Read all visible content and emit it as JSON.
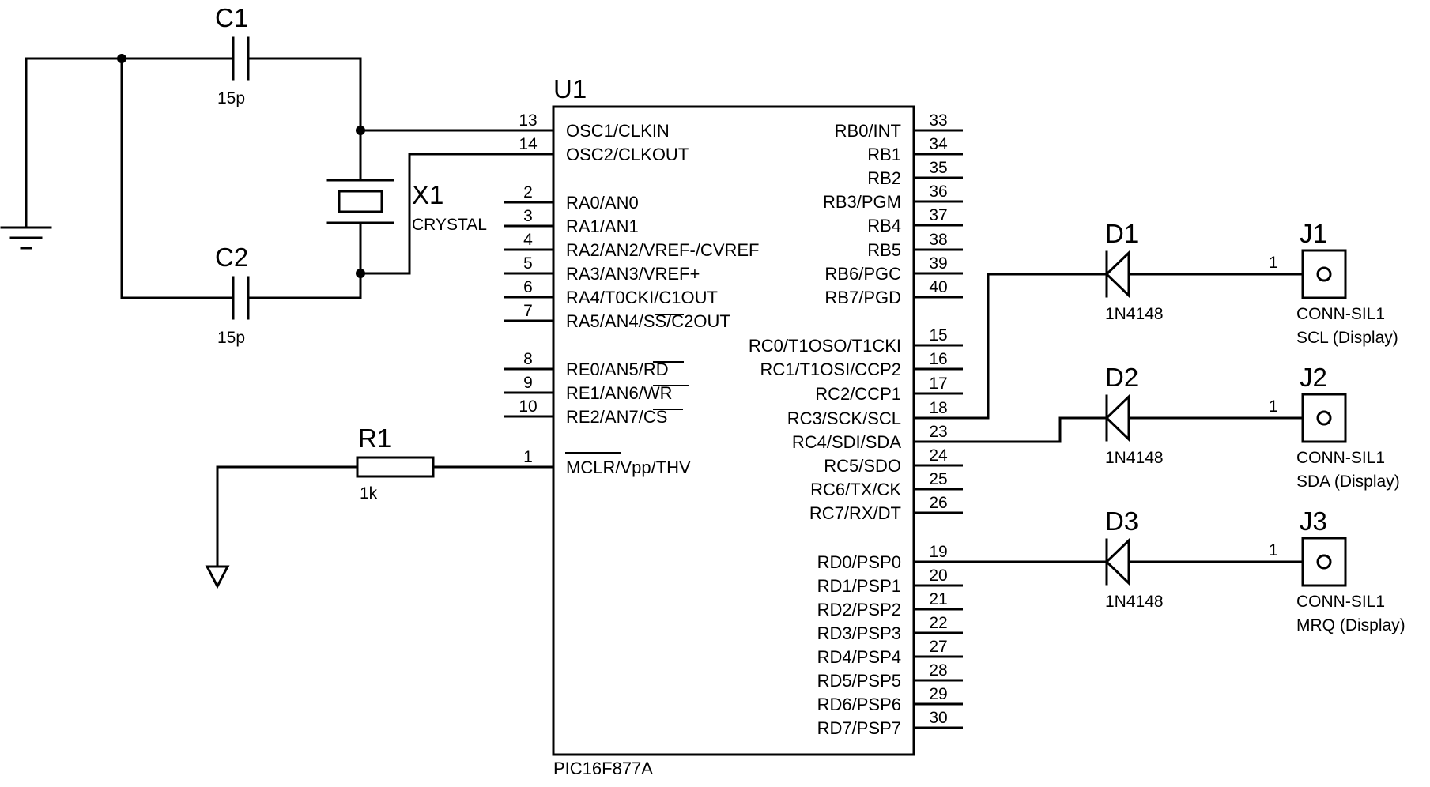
{
  "u1": {
    "ref": "U1",
    "part": "PIC16F877A",
    "left_pins": [
      {
        "num": "13",
        "name": "OSC1/CLKIN"
      },
      {
        "num": "14",
        "name": "OSC2/CLKOUT"
      },
      {
        "num": "2",
        "name": "RA0/AN0"
      },
      {
        "num": "3",
        "name": "RA1/AN1"
      },
      {
        "num": "4",
        "name": "RA2/AN2/VREF-/CVREF"
      },
      {
        "num": "5",
        "name": "RA3/AN3/VREF+"
      },
      {
        "num": "6",
        "name": "RA4/T0CKI/C1OUT"
      },
      {
        "num": "7",
        "name": "RA5/AN4/SS/C2OUT"
      },
      {
        "num": "8",
        "name": "RE0/AN5/RD"
      },
      {
        "num": "9",
        "name": "RE1/AN6/WR"
      },
      {
        "num": "10",
        "name": "RE2/AN7/CS"
      },
      {
        "num": "1",
        "name": "MCLR/Vpp/THV"
      }
    ],
    "right_pins": [
      {
        "num": "33",
        "name": "RB0/INT"
      },
      {
        "num": "34",
        "name": "RB1"
      },
      {
        "num": "35",
        "name": "RB2"
      },
      {
        "num": "36",
        "name": "RB3/PGM"
      },
      {
        "num": "37",
        "name": "RB4"
      },
      {
        "num": "38",
        "name": "RB5"
      },
      {
        "num": "39",
        "name": "RB6/PGC"
      },
      {
        "num": "40",
        "name": "RB7/PGD"
      },
      {
        "num": "15",
        "name": "RC0/T1OSO/T1CKI"
      },
      {
        "num": "16",
        "name": "RC1/T1OSI/CCP2"
      },
      {
        "num": "17",
        "name": "RC2/CCP1"
      },
      {
        "num": "18",
        "name": "RC3/SCK/SCL"
      },
      {
        "num": "23",
        "name": "RC4/SDI/SDA"
      },
      {
        "num": "24",
        "name": "RC5/SDO"
      },
      {
        "num": "25",
        "name": "RC6/TX/CK"
      },
      {
        "num": "26",
        "name": "RC7/RX/DT"
      },
      {
        "num": "19",
        "name": "RD0/PSP0"
      },
      {
        "num": "20",
        "name": "RD1/PSP1"
      },
      {
        "num": "21",
        "name": "RD2/PSP2"
      },
      {
        "num": "22",
        "name": "RD3/PSP3"
      },
      {
        "num": "27",
        "name": "RD4/PSP4"
      },
      {
        "num": "28",
        "name": "RD5/PSP5"
      },
      {
        "num": "29",
        "name": "RD6/PSP6"
      },
      {
        "num": "30",
        "name": "RD7/PSP7"
      }
    ]
  },
  "c1": {
    "ref": "C1",
    "value": "15p"
  },
  "c2": {
    "ref": "C2",
    "value": "15p"
  },
  "x1": {
    "ref": "X1",
    "value": "CRYSTAL"
  },
  "r1": {
    "ref": "R1",
    "value": "1k"
  },
  "diodes": [
    {
      "ref": "D1",
      "value": "1N4148"
    },
    {
      "ref": "D2",
      "value": "1N4148"
    },
    {
      "ref": "D3",
      "value": "1N4148"
    }
  ],
  "connectors": [
    {
      "ref": "J1",
      "value": "CONN-SIL1",
      "label": "SCL (Display)",
      "pin": "1"
    },
    {
      "ref": "J2",
      "value": "CONN-SIL1",
      "label": "SDA (Display)",
      "pin": "1"
    },
    {
      "ref": "J3",
      "value": "CONN-SIL1",
      "label": "MRQ (Display)",
      "pin": "1"
    }
  ]
}
